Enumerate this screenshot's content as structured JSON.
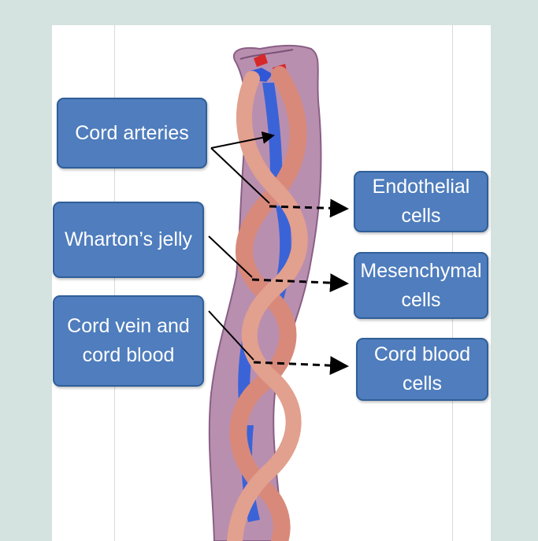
{
  "labels": {
    "cord_arteries": "Cord arteries",
    "whartons_jelly": "Wharton’s jelly",
    "cord_vein_blood": "Cord vein and\ncord blood",
    "endothelial": "Endothelial\ncells",
    "mesenchymal": "Mesenchymal\ncells",
    "cord_blood_cells": "Cord blood\ncells"
  },
  "colors": {
    "box_fill": "#4f7dbd",
    "box_border": "#2f5f98",
    "cord": "#b98fb0",
    "artery": "#d8897a",
    "vein": "#3b63d8"
  }
}
